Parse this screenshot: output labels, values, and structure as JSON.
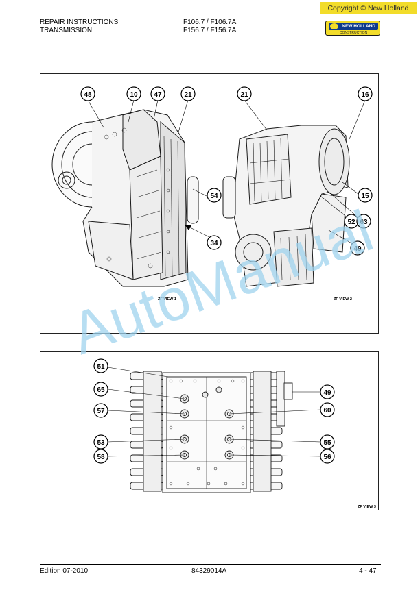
{
  "copyright": "Copyright © New Holland",
  "header": {
    "line1_left": "REPAIR INSTRUCTIONS",
    "line2_left": "TRANSMISSION",
    "line1_mid": "F106.7 / F106.7A",
    "line2_mid": "F156.7 / F156.7A"
  },
  "logo": {
    "brand": "NEW HOLLAND",
    "sub": "CONSTRUCTION"
  },
  "figure1": {
    "callouts": [
      "48",
      "10",
      "47",
      "21",
      "54",
      "34",
      "21",
      "16",
      "15",
      "52",
      "63",
      "49"
    ],
    "view_left": "ZF VIEW 1",
    "view_right": "ZF VIEW 2"
  },
  "figure2": {
    "callouts": [
      "51",
      "65",
      "57",
      "53",
      "58",
      "49",
      "60",
      "55",
      "56"
    ],
    "view": "ZF VIEW 3"
  },
  "watermark": "AutoManual",
  "footer": {
    "edition": "Edition 07-2010",
    "doc_number": "84329014A",
    "page": "4 - 47"
  },
  "colors": {
    "watermark": "#9fd3ee",
    "logo_yellow": "#f2dc2a",
    "logo_blue": "#0f3a8c"
  }
}
